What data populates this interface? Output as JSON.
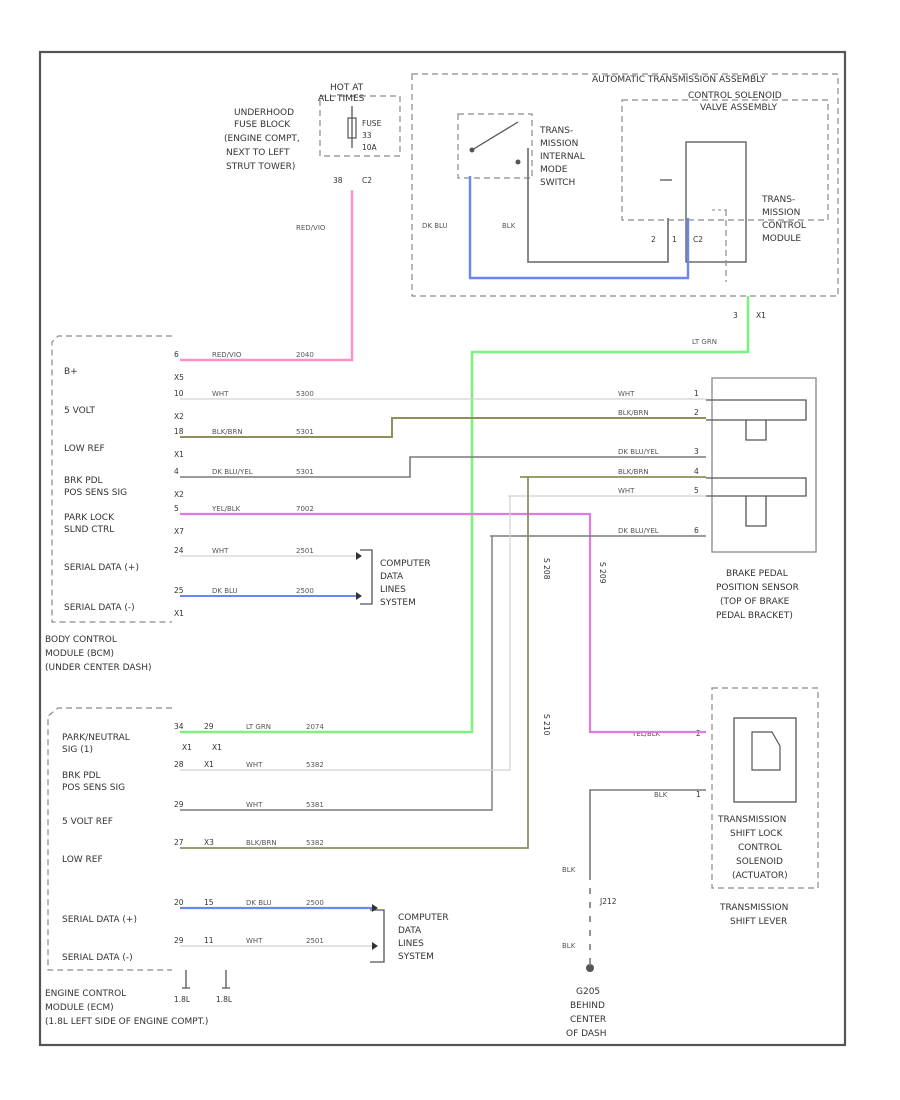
{
  "colors": {
    "pink": "#ff8fc8",
    "green": "#7ef27e",
    "blue": "#6a86f0",
    "magenta": "#e27ae2",
    "olive": "#8f8f5e",
    "gray": "#7a7a7a",
    "light": "#d2d2d2",
    "border": "#555555"
  },
  "fuse": {
    "block_label": [
      "UNDERHOOD",
      "FUSE BLOCK",
      "(ENGINE COMPT,",
      "NEXT TO LEFT",
      "STRUT TOWER)"
    ],
    "hot": [
      "HOT AT",
      "ALL TIMES"
    ],
    "fuse_name": [
      "FUSE",
      "33",
      "10A"
    ],
    "pins": [
      "38",
      "C2"
    ],
    "wire": "RED/VIO"
  },
  "transmission": {
    "assembly_label": "AUTOMATIC TRANSMISSION ASSEMBLY",
    "solenoid_label": [
      "CONTROL SOLENOID",
      "VALVE ASSEMBLY"
    ],
    "switch_label": [
      "TRANS-",
      "MISSION",
      "INTERNAL",
      "MODE",
      "SWITCH"
    ],
    "tcm_label": [
      "TRANS-",
      "MISSION",
      "CONTROL",
      "MODULE"
    ],
    "wires": [
      "DK BLU",
      "BLK"
    ],
    "pins": [
      "2",
      "1",
      "C2",
      "3",
      "X1"
    ],
    "out_wire": "LT GRN"
  },
  "bcm": {
    "label": [
      "BODY CONTROL",
      "MODULE (BCM)",
      "(UNDER CENTER DASH)"
    ],
    "pins": [
      {
        "label": [
          "B+"
        ],
        "pin": "6",
        "conn": "X5",
        "wire": "RED/VIO",
        "ckt": "2040"
      },
      {
        "label": [
          "5 VOLT"
        ],
        "pin": "10",
        "conn": "X2",
        "wire": "WHT",
        "ckt": "5300"
      },
      {
        "label": [
          "LOW REF"
        ],
        "pin": "18",
        "conn": "X1",
        "wire": "BLK/BRN",
        "ckt": "5301"
      },
      {
        "label": [
          "BRK PDL",
          "POS SENS SIG"
        ],
        "pin": "4",
        "conn": "X2",
        "wire": "DK BLU/YEL",
        "ckt": "5301"
      },
      {
        "label": [
          "PARK LOCK",
          "SLND CTRL"
        ],
        "pin": "5",
        "conn": "X7",
        "wire": "YEL/BLK",
        "ckt": "7002"
      },
      {
        "label": [
          "SERIAL DATA (+)"
        ],
        "pin": "24",
        "conn": "",
        "wire": "WHT",
        "ckt": "2501"
      },
      {
        "label": [
          "SERIAL DATA (-)"
        ],
        "pin": "25",
        "conn": "X1",
        "wire": "DK BLU",
        "ckt": "2500"
      }
    ]
  },
  "cdls": [
    "COMPUTER",
    "DATA",
    "LINES",
    "SYSTEM"
  ],
  "bpps": {
    "label": [
      "BRAKE PEDAL",
      "POSITION SENSOR",
      "(TOP OF BRAKE",
      "PEDAL BRACKET)"
    ],
    "rows": [
      {
        "wire": "WHT",
        "pin": "1"
      },
      {
        "wire": "BLK/BRN",
        "pin": "2"
      },
      {
        "wire": "DK BLU/YEL",
        "pin": "3"
      },
      {
        "wire": "BLK/BRN",
        "pin": "4"
      },
      {
        "wire": "WHT",
        "pin": "5"
      },
      {
        "wire": "DK BLU/YEL",
        "pin": "6"
      }
    ]
  },
  "splices": [
    "S 208",
    "S 209",
    "S 210"
  ],
  "ecm": {
    "label": [
      "ENGINE CONTROL",
      "MODULE (ECM)",
      "(1.8L LEFT SIDE OF ENGINE COMPT.)"
    ],
    "pins": [
      {
        "label": [
          "PARK/NEUTRAL",
          "SIG (1)"
        ],
        "pin": "34",
        "conn": "29",
        "wire": "LT GRN",
        "ckt": "2074"
      },
      {
        "label": [
          "BRK PDL",
          "POS SENS SIG"
        ],
        "pin": "28",
        "conn": "X1",
        "wire": "WHT",
        "ckt": "5382"
      },
      {
        "label": [
          "5 VOLT REF"
        ],
        "pin": "29",
        "conn": "",
        "wire": "WHT",
        "ckt": "5381"
      },
      {
        "label": [
          "LOW REF"
        ],
        "pin": "27",
        "conn": "X3",
        "wire": "BLK/BRN",
        "ckt": "5382"
      },
      {
        "label": [
          "SERIAL DATA (+)"
        ],
        "pin": "20",
        "conn": "15",
        "wire": "DK BLU",
        "ckt": "2500"
      },
      {
        "label": [
          "SERIAL DATA (-)"
        ],
        "pin": "29",
        "conn": "11",
        "wire": "WHT",
        "ckt": "2501"
      }
    ],
    "conn_labels": [
      "X1",
      "X1"
    ],
    "ground_labels": [
      "1.8L",
      "1.8L"
    ]
  },
  "shift_lock": {
    "label": [
      "TRANSMISSION",
      "SHIFT LOCK",
      "CONTROL",
      "SOLENOID",
      "(ACTUATOR)"
    ],
    "sub": [
      "TRANSMISSION",
      "SHIFT LEVER"
    ],
    "wires": [
      "YEL/BLK",
      "BLK"
    ],
    "pins": [
      "2",
      "1"
    ]
  },
  "ground": {
    "label": [
      "G205",
      "BEHIND",
      "CENTER",
      "OF DASH"
    ],
    "wires": [
      "BLK",
      "BLK"
    ],
    "splice": "J212"
  }
}
